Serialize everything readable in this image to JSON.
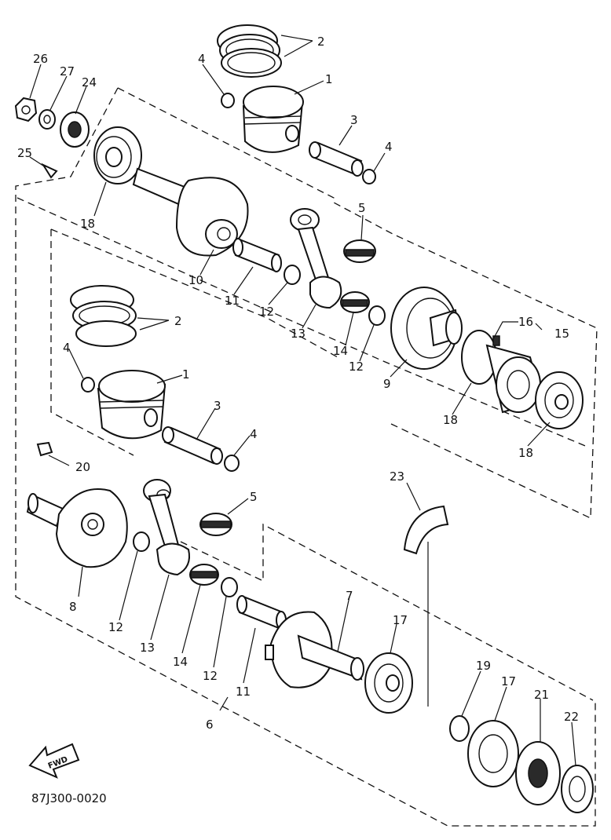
{
  "diagram_code": "87J300-0020",
  "fwd_label": "FWD",
  "callouts": [
    {
      "id": "c-2-top",
      "text": "2"
    },
    {
      "id": "c-1-top",
      "text": "1"
    },
    {
      "id": "c-4-top-left",
      "text": "4"
    },
    {
      "id": "c-3-top",
      "text": "3"
    },
    {
      "id": "c-4-top-right",
      "text": "4"
    },
    {
      "id": "c-5-top",
      "text": "5"
    },
    {
      "id": "c-26",
      "text": "26"
    },
    {
      "id": "c-27",
      "text": "27"
    },
    {
      "id": "c-24",
      "text": "24"
    },
    {
      "id": "c-25",
      "text": "25"
    },
    {
      "id": "c-18-left",
      "text": "18"
    },
    {
      "id": "c-10",
      "text": "10"
    },
    {
      "id": "c-11-top",
      "text": "11"
    },
    {
      "id": "c-12-top-a",
      "text": "12"
    },
    {
      "id": "c-13-top",
      "text": "13"
    },
    {
      "id": "c-14-top",
      "text": "14"
    },
    {
      "id": "c-12-top-b",
      "text": "12"
    },
    {
      "id": "c-9",
      "text": "9"
    },
    {
      "id": "c-16",
      "text": "16"
    },
    {
      "id": "c-15",
      "text": "15"
    },
    {
      "id": "c-18-mid",
      "text": "18"
    },
    {
      "id": "c-18-right",
      "text": "18"
    },
    {
      "id": "c-2-mid",
      "text": "2"
    },
    {
      "id": "c-4-mid-left",
      "text": "4"
    },
    {
      "id": "c-1-mid",
      "text": "1"
    },
    {
      "id": "c-3-mid",
      "text": "3"
    },
    {
      "id": "c-4-mid-right",
      "text": "4"
    },
    {
      "id": "c-20",
      "text": "20"
    },
    {
      "id": "c-5-mid",
      "text": "5"
    },
    {
      "id": "c-23",
      "text": "23"
    },
    {
      "id": "c-8",
      "text": "8"
    },
    {
      "id": "c-12-bot-a",
      "text": "12"
    },
    {
      "id": "c-13-bot",
      "text": "13"
    },
    {
      "id": "c-14-bot",
      "text": "14"
    },
    {
      "id": "c-12-bot-b",
      "text": "12"
    },
    {
      "id": "c-11-bot",
      "text": "11"
    },
    {
      "id": "c-7",
      "text": "7"
    },
    {
      "id": "c-17-a",
      "text": "17"
    },
    {
      "id": "c-6",
      "text": "6"
    },
    {
      "id": "c-19",
      "text": "19"
    },
    {
      "id": "c-17-b",
      "text": "17"
    },
    {
      "id": "c-21",
      "text": "21"
    },
    {
      "id": "c-22",
      "text": "22"
    }
  ]
}
